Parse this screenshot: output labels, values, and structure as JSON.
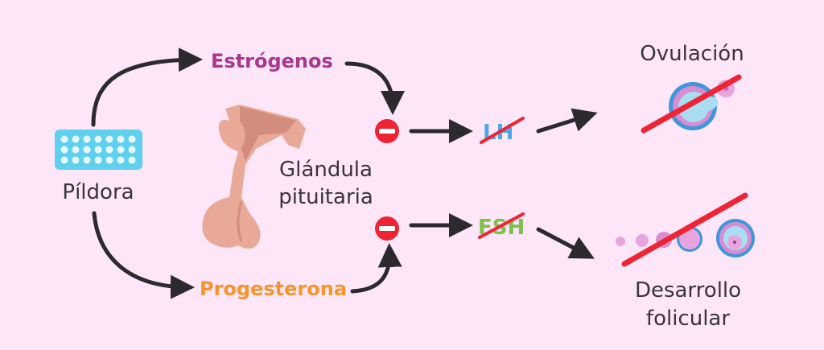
{
  "colors": {
    "background": "#fce6f7",
    "arrow": "#2c2a2e",
    "estrogen": "#a8388e",
    "progesterone": "#f5952a",
    "lh": "#4aa8e8",
    "fsh": "#7cc14a",
    "inhibit": "#ee2434",
    "strike": "#ee2434",
    "pill_pack": "#5fd0ee",
    "gland": "#e8a998"
  },
  "labels": {
    "pill": "Píldora",
    "estrogens": "Estrógenos",
    "progesterone": "Progesterona",
    "gland_line1": "Glándula",
    "gland_line2": "pituitaria",
    "lh": "LH",
    "fsh": "FSH",
    "ovulation": "Ovulación",
    "follicular_line1": "Desarrollo",
    "follicular_line2": "folicular"
  },
  "icons": {
    "pill": "pill-pack-icon",
    "gland": "pituitary-gland-icon",
    "inhibit": "minus-circle-icon",
    "ovulation": "ovulation-follicle-icon",
    "follicles": "follicle-development-icon"
  }
}
